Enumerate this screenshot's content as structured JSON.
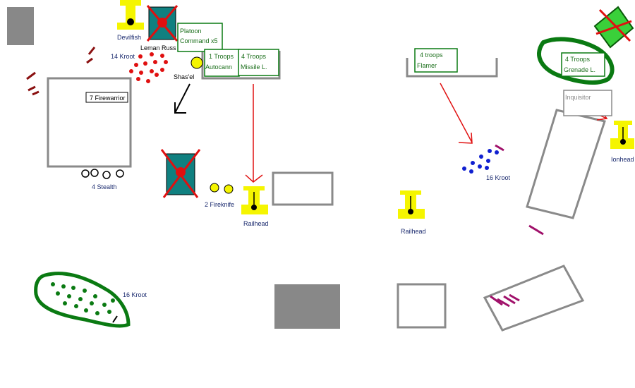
{
  "labels": {
    "devilfish": "Devilfish",
    "leman_russ": "Leman Russ",
    "kroot_14": "14 Kroot",
    "shasel": "Shas'el",
    "firewarrior": "7 Firewarrior",
    "stealth": "4 Stealth",
    "fireknife": "2 Fireknife",
    "railhead_left": "Railhead",
    "railhead_mid": "Railhead",
    "kroot_16_blue": "16 Kroot",
    "kroot_16_green": "16 Kroot",
    "ionhead": "Ionhead",
    "inquisitor": "Inquisitor"
  },
  "boxes": {
    "platoon_line1": "Platoon",
    "platoon_line2": "Command x5",
    "troops_autocann_line1": "1 Troops",
    "troops_autocann_line2": "Autocann",
    "troops_missile_line1": "4  Troops",
    "troops_missile_line2": "Missile L.",
    "troops_flamer_line1": "4 troops",
    "troops_flamer_line2": "Flamer",
    "troops_grenade_line1": "4  Troops",
    "troops_grenade_line2": "Grenade L."
  },
  "colors": {
    "green": "#0a7a12",
    "gray_fill": "#888888",
    "gray_line": "#8a8a8a",
    "yellow": "#f5f500",
    "red": "#e01010",
    "blue": "#1020d0",
    "teal": "#108080"
  }
}
